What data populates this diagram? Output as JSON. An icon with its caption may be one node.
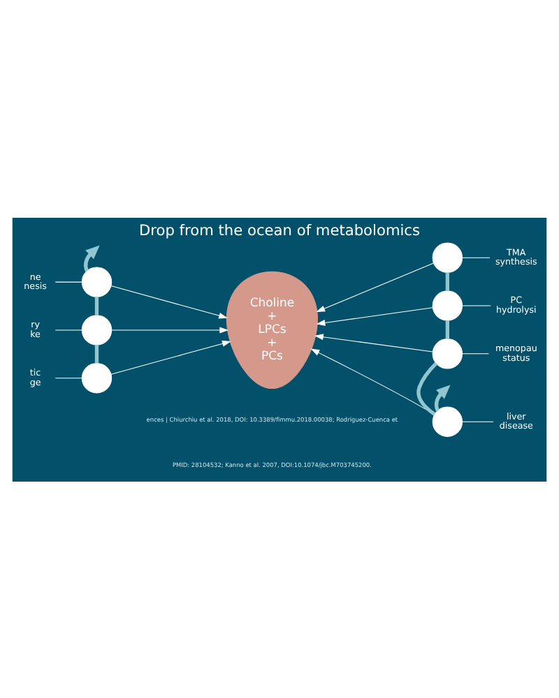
{
  "diagram": {
    "title": "Drop from the ocean of metabolomics",
    "nodes": [
      {
        "text": [
          "ne nesis"
        ]
      },
      {
        "text": [],
        "shape": "circle"
      },
      {
        "text": [
          "ry ke"
        ]
      },
      {
        "text": [],
        "shape": "circle"
      },
      {
        "text": [
          "tic ge"
        ]
      },
      {
        "text": [],
        "shape": "circle"
      },
      {
        "text": [
          "Choline + LPCs + PCs"
        ]
      },
      {
        "text": [],
        "shape": "circle"
      },
      {
        "text": [
          "TMA synthesis"
        ]
      },
      {
        "text": [],
        "shape": "circle"
      },
      {
        "text": [
          "PC hydrolysi"
        ]
      },
      {
        "text": [],
        "shape": "circle"
      },
      {
        "text": [
          "menopau status"
        ]
      },
      {
        "text": [],
        "shape": "circle"
      },
      {
        "text": [
          "liver disease"
        ]
      }
    ],
    "edges": [
      {
        "from": 0,
        "to": 1,
        "arrow": "none"
      },
      {
        "from": 2,
        "to": 3,
        "arrow": "none"
      },
      {
        "from": 4,
        "to": 5,
        "arrow": "none"
      },
      {
        "from": 1,
        "to": 6,
        "arrow": "to"
      },
      {
        "from": 3,
        "to": 6,
        "arrow": "to"
      },
      {
        "from": 5,
        "to": 6,
        "arrow": "to"
      },
      {
        "from": 5,
        "to": 3,
        "arrow": "none",
        "style": "thick",
        "color": "#8fc6cf"
      },
      {
        "from": 3,
        "to": 1,
        "arrow": "none",
        "style": "thick",
        "color": "#8fc6cf"
      },
      {
        "from": 1,
        "to": null,
        "arrow": "to",
        "style": "thick",
        "color": "#8fc6cf"
      },
      {
        "from": 8,
        "to": 7,
        "arrow": "none"
      },
      {
        "from": 10,
        "to": 9,
        "arrow": "none"
      },
      {
        "from": 12,
        "to": 11,
        "arrow": "none"
      },
      {
        "from": 14,
        "to": 13,
        "arrow": "none"
      },
      {
        "from": 7,
        "to": 6,
        "arrow": "to"
      },
      {
        "from": 9,
        "to": 6,
        "arrow": "to"
      },
      {
        "from": 11,
        "to": 6,
        "arrow": "to"
      },
      {
        "from": 13,
        "to": 6,
        "arrow": "to"
      },
      {
        "from": 7,
        "to": 9,
        "arrow": "none",
        "style": "thick",
        "color": "#8fc6cf"
      },
      {
        "from": 9,
        "to": 11,
        "arrow": "none",
        "style": "thick",
        "color": "#8fc6cf"
      },
      {
        "from": 11,
        "to": 13,
        "arrow": "none",
        "style": "thick",
        "color": "#8fc6cf"
      },
      {
        "from": 13,
        "to": null,
        "arrow": "to",
        "style": "thick",
        "color": "#8fc6cf"
      }
    ],
    "labels": [
      "ences | Chiurchiu et al. 2018, DOI: 10.3389/fimmu.2018.00038; Rodriguez-Cuenca et",
      "PMID: 28104532; Kanno et al. 2007, DOI:10.1074/jbc.M703745200."
    ]
  }
}
